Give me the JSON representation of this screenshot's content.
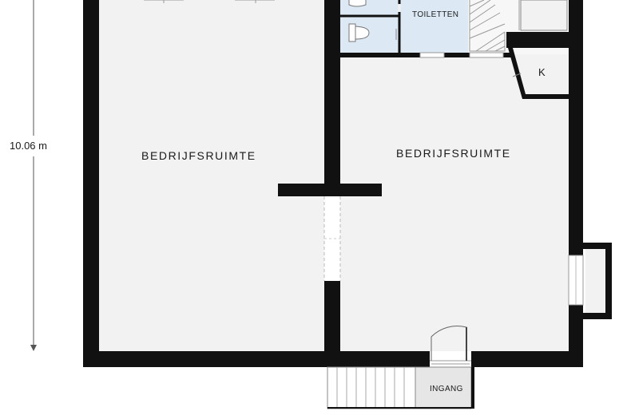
{
  "dimension": {
    "height_label": "10.06 m"
  },
  "rooms": {
    "left": "BEDRIJFSRUIMTE",
    "right": "BEDRIJFSRUIMTE",
    "toilets": "TOILETTEN",
    "storage": "K",
    "entrance": "INGANG"
  },
  "colors": {
    "wall": "#111111",
    "floor": "#f2f2f2",
    "toilet_floor": "#dce9f5",
    "stairs": "#ffffff"
  }
}
